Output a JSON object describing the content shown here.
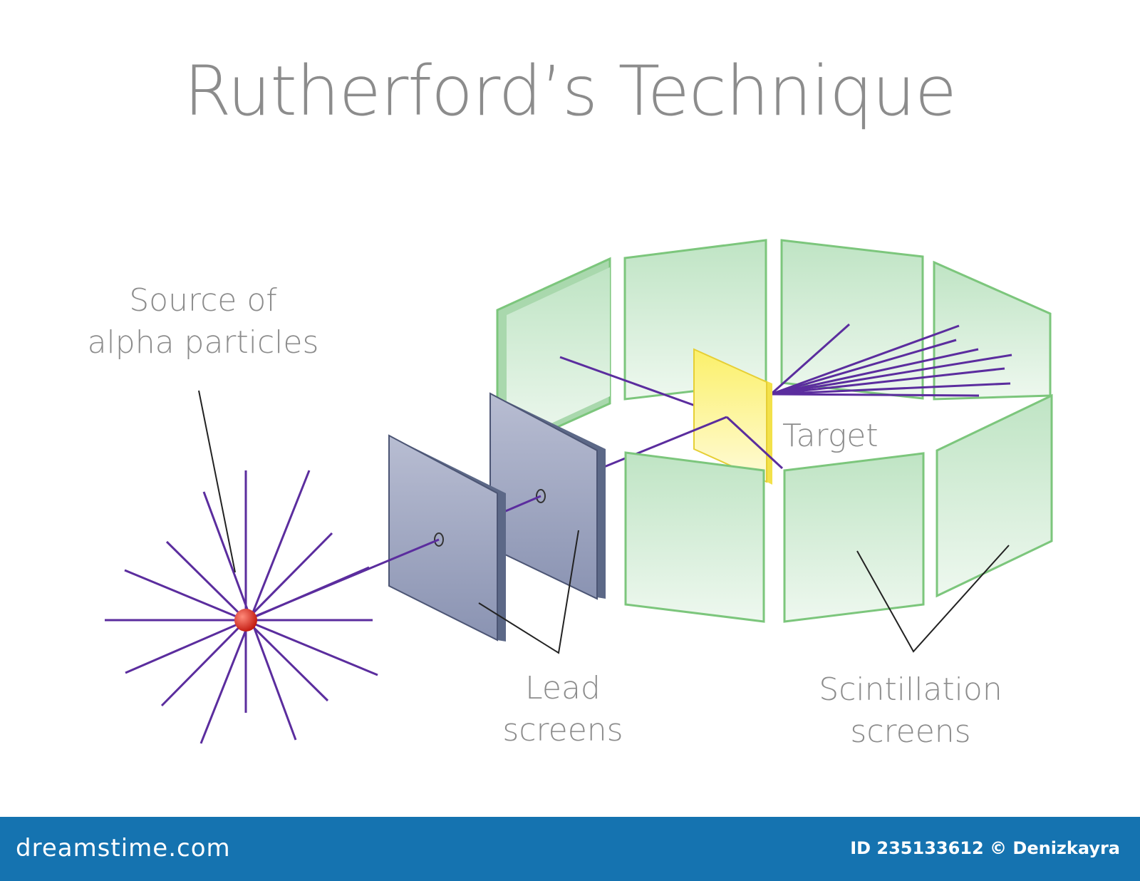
{
  "title": "Rutherford’s Technique",
  "labels": {
    "source": [
      "Source of",
      "alpha particles"
    ],
    "lead": [
      "Lead",
      "screens"
    ],
    "target": "Target",
    "scintillation": [
      "Scintillation",
      "screens"
    ]
  },
  "footer": {
    "brand": "dreamstime.com",
    "id_credit": "ID 235133612 © Denizkayra"
  },
  "colors": {
    "ray": "#5b2d9e",
    "source_dot": "#d42a1c",
    "lead_screen": "#9aa2bd",
    "target": "#f9ee6a",
    "scintillation_screen": "#cfeccf",
    "scintillation_border": "#7cc67c",
    "text": "#8c8c8c",
    "footer_bg": "#1573b0"
  }
}
